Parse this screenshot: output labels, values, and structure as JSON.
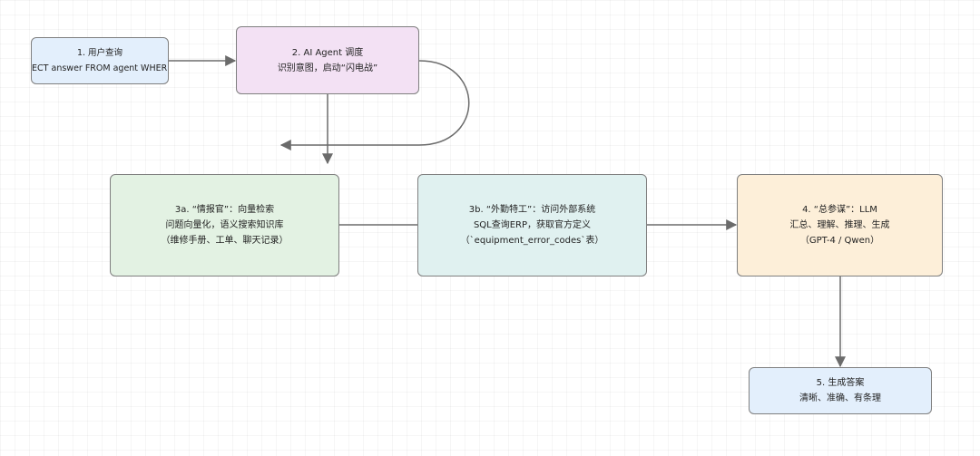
{
  "nodes": {
    "n1": {
      "title": "1. 用户查询",
      "line1": "SELECT answer FROM agent WHERE ..."
    },
    "n2": {
      "title": "2. AI Agent 调度",
      "line1": "识别意图，启动“闪电战”"
    },
    "n3a": {
      "title": "3a. “情报官”：向量检索",
      "line1": "问题向量化，语义搜索知识库",
      "line2": "（维修手册、工单、聊天记录）"
    },
    "n3b": {
      "title": "3b. “外勤特工”：访问外部系统",
      "line1": "SQL查询ERP，获取官方定义",
      "line2": "（`equipment_error_codes`表）"
    },
    "n4": {
      "title": "4. “总参谋”：LLM",
      "line1": "汇总、理解、推理、生成",
      "line2": "（GPT-4 / Qwen）"
    },
    "n5": {
      "title": "5. 生成答案",
      "line1": "清晰、准确、有条理"
    }
  },
  "colors": {
    "edge": "#6b6b6b",
    "border": "#7f7f7f",
    "n1_fill": "#e3effc",
    "n2_fill": "#f3e1f4",
    "n3a_fill": "#e3f2e3",
    "n3b_fill": "#e0f1f0",
    "n4_fill": "#fdefd9",
    "n5_fill": "#e3effc"
  }
}
